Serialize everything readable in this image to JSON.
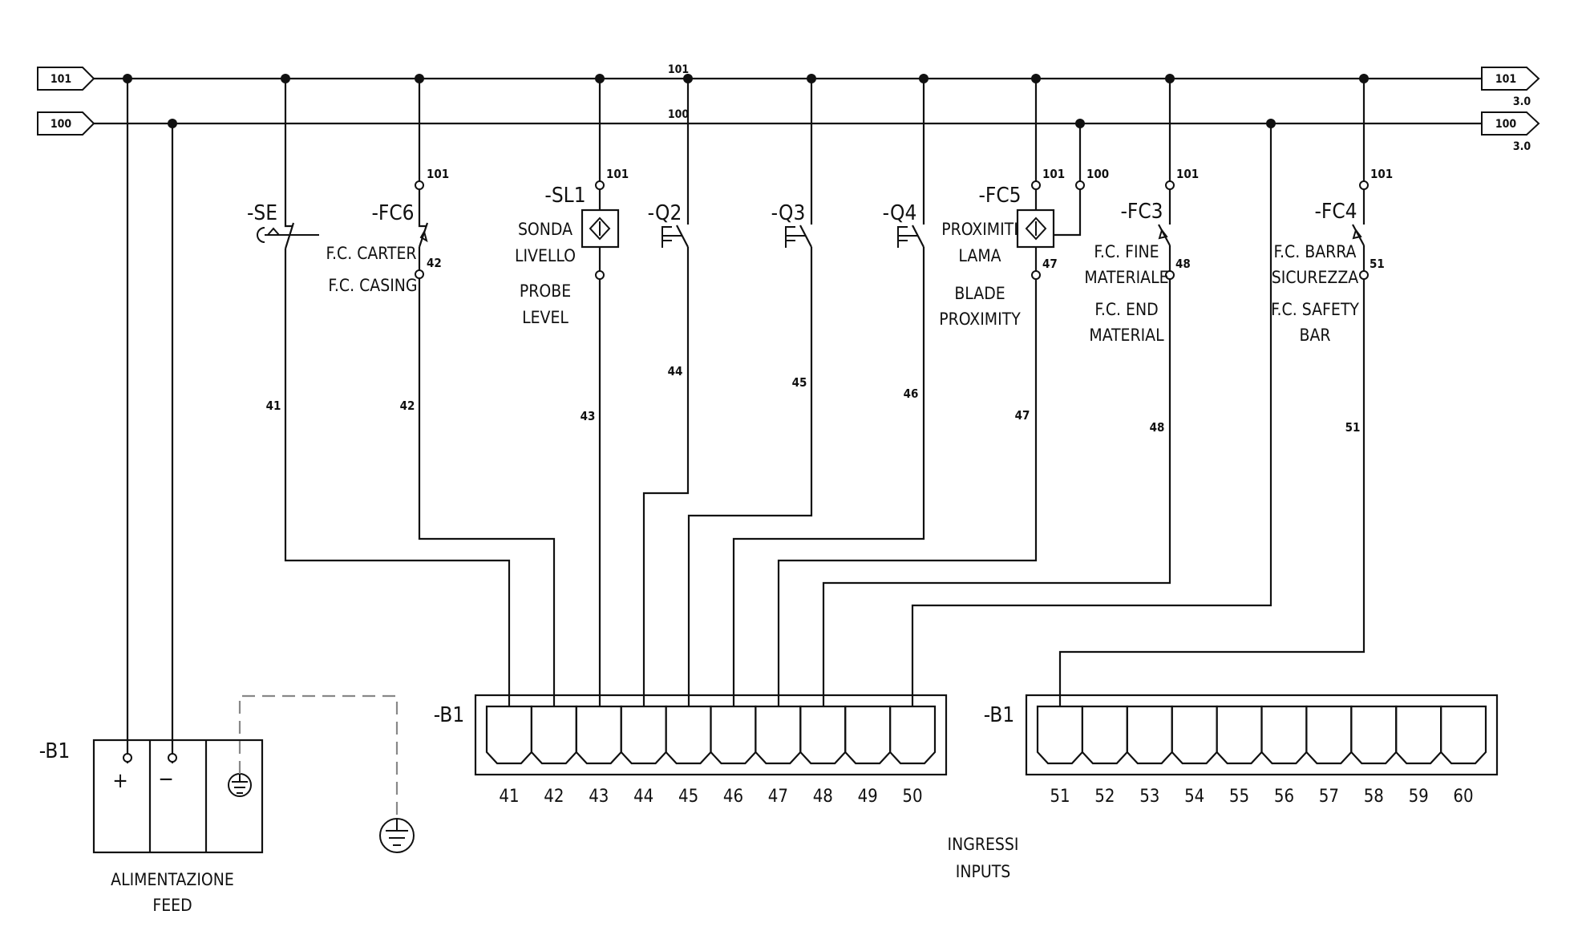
{
  "buses": {
    "bus_101": {
      "label": "101",
      "left_connector": "101",
      "right_connector": "101",
      "right_ref": "3.0"
    },
    "bus_100": {
      "label": "100",
      "left_connector": "100",
      "right_connector": "100",
      "right_ref": "3.0"
    }
  },
  "power_supply": {
    "tag": "-B1",
    "terminals": [
      "+",
      "−",
      "earth"
    ],
    "caption_it": "ALIMENTAZIONE",
    "caption_en": "FEED"
  },
  "components": [
    {
      "id": "se",
      "tag": "-SE",
      "type": "emergency-stop-nc",
      "desc": [],
      "top_terminal": "",
      "bottom_terminal": "",
      "wire": "41"
    },
    {
      "id": "fc6",
      "tag": "-FC6",
      "type": "limit-switch-nc",
      "desc": [
        "F.C. CARTER",
        "F.C. CASING"
      ],
      "top_terminal": "101",
      "bottom_terminal": "42",
      "wire": "42"
    },
    {
      "id": "sl1",
      "tag": "-SL1",
      "type": "level-probe",
      "desc": [
        "SONDA",
        "LIVELLO",
        "PROBE",
        "LEVEL"
      ],
      "top_terminal": "101",
      "bottom_terminal": "",
      "wire": "43"
    },
    {
      "id": "q2",
      "tag": "-Q2",
      "type": "breaker-aux-no",
      "desc": [],
      "wire": "44"
    },
    {
      "id": "q3",
      "tag": "-Q3",
      "type": "breaker-aux-no",
      "desc": [],
      "wire": "45"
    },
    {
      "id": "q4",
      "tag": "-Q4",
      "type": "breaker-aux-no",
      "desc": [],
      "wire": "46"
    },
    {
      "id": "fc5",
      "tag": "-FC5",
      "type": "proximity-sensor",
      "desc": [
        "PROXIMITI",
        "LAMA",
        "BLADE",
        "PROXIMITY"
      ],
      "top_terminal": "101",
      "supply_terminal": "100",
      "bottom_terminal": "47",
      "wire": "47"
    },
    {
      "id": "fc3",
      "tag": "-FC3",
      "type": "limit-switch-no",
      "desc": [
        "F.C. FINE",
        "MATERIALE",
        "F.C. END",
        "MATERIAL"
      ],
      "top_terminal": "101",
      "bottom_terminal": "48",
      "wire": "48"
    },
    {
      "id": "fc4",
      "tag": "-FC4",
      "type": "limit-switch-no",
      "desc": [
        "F.C. BARRA",
        "SICUREZZA",
        "F.C. SAFETY",
        "BAR"
      ],
      "top_terminal": "101",
      "bottom_terminal": "51",
      "wire": "51"
    }
  ],
  "wire_labels": [
    "41",
    "42",
    "43",
    "44",
    "45",
    "46",
    "47",
    "48",
    "51"
  ],
  "terminal_blocks": [
    {
      "tag": "-B1",
      "terminals": [
        "41",
        "42",
        "43",
        "44",
        "45",
        "46",
        "47",
        "48",
        "49",
        "50"
      ]
    },
    {
      "tag": "-B1",
      "terminals": [
        "51",
        "52",
        "53",
        "54",
        "55",
        "56",
        "57",
        "58",
        "59",
        "60"
      ]
    }
  ],
  "inputs_caption": {
    "it": "INGRESSI",
    "en": "INPUTS"
  }
}
